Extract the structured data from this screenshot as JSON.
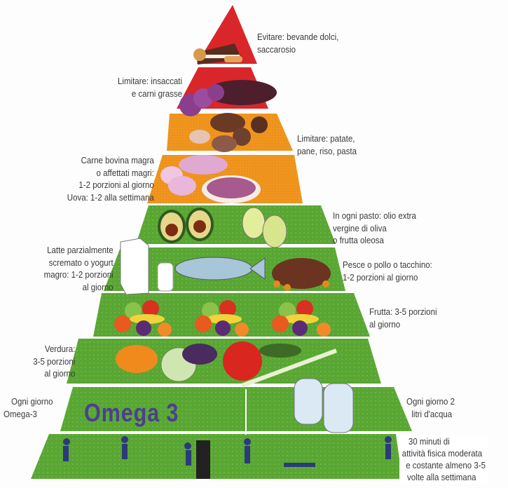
{
  "tiers": [
    {
      "name": "sweets",
      "color": "#d9262b",
      "label": [
        "Evitare: bevande dolci,",
        " saccarosio"
      ]
    },
    {
      "name": "cured-meats",
      "color": "#d9262b",
      "label": [
        "Limitare: insaccati",
        "e carni grasse"
      ]
    },
    {
      "name": "starches",
      "color": "#f0961e",
      "label": [
        "Limitare: patate,",
        " pane, riso, pasta"
      ]
    },
    {
      "name": "lean-meat",
      "color": "#f0961e",
      "label": [
        "Carne bovina magra",
        "o affettati magri:",
        "1-2 porzioni al giorno",
        "Uova: 1-2 alla settimana"
      ]
    },
    {
      "name": "olive-oil",
      "color": "#5aa634",
      "label": [
        "In ogni pasto: olio extra",
        "vergine di oliva",
        "o frutta oleosa"
      ]
    },
    {
      "name": "dairy",
      "color": "#5aa634",
      "label": [
        "Latte parzialmente",
        "scremato o yogurt",
        "magro: 1-2 porzioni",
        "al giorno"
      ]
    },
    {
      "name": "fish-poultry",
      "color": "#5aa634",
      "label": [
        "Pesce o pollo o tacchino:",
        "1-2 porzioni al giorno"
      ]
    },
    {
      "name": "fruit",
      "color": "#5aa634",
      "label": [
        "Frutta: 3-5 porzioni",
        " al giorno"
      ]
    },
    {
      "name": "vegetables",
      "color": "#5aa634",
      "label": [
        "Verdura:",
        "3-5 porzioni",
        "al giorno"
      ]
    },
    {
      "name": "omega3",
      "color": "#5aa634",
      "label": [
        "Ogni giorno",
        "Omega-3"
      ],
      "big_text": "Omega 3"
    },
    {
      "name": "water",
      "color": "#5aa634",
      "label": [
        "Ogni giorno 2",
        "litri d'acqua"
      ]
    },
    {
      "name": "exercise",
      "color": "#5aa634",
      "label": [
        "30 minuti di",
        "attività fisica moderata",
        "e costante almeno 3-5",
        "volte alla settimana"
      ]
    }
  ],
  "colors": {
    "red": "#d9262b",
    "orange": "#f0961e",
    "green": "#5aa634",
    "omega": "#4b3f92"
  }
}
